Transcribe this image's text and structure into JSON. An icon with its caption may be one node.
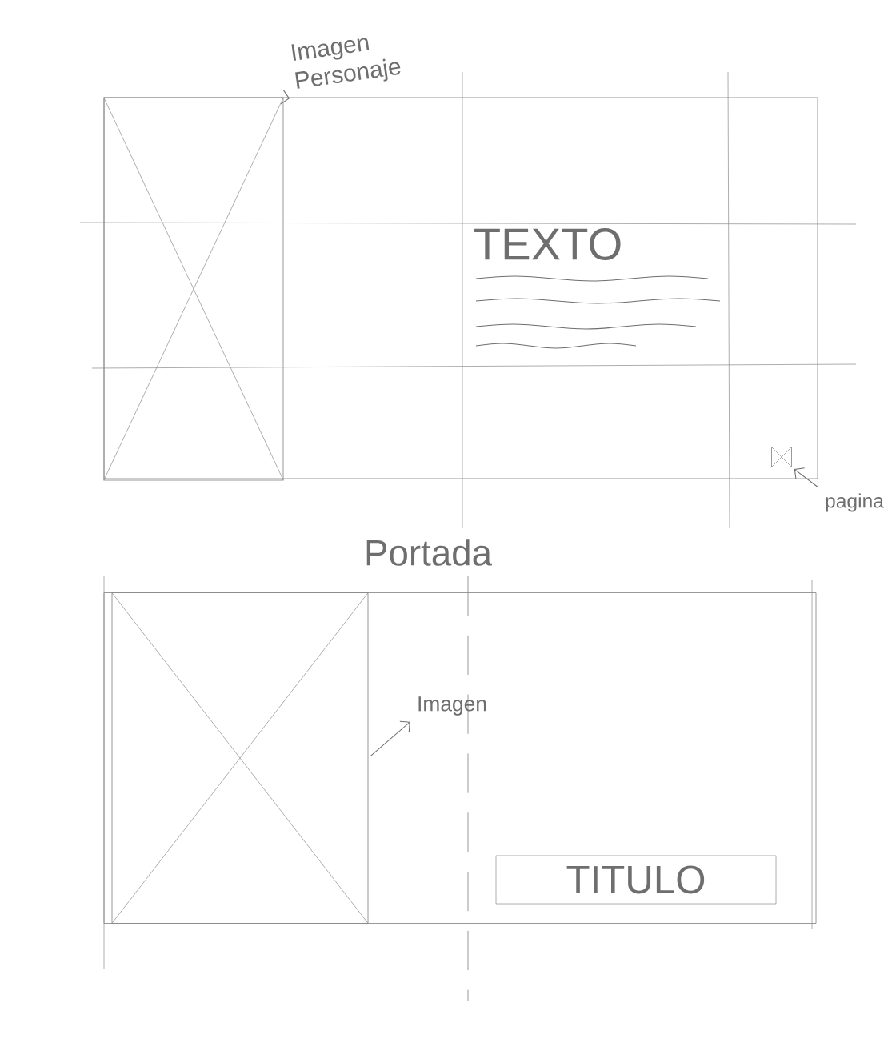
{
  "diagram": {
    "nodes": [
      {
        "text": [],
        "shape": "box"
      },
      {
        "text": [],
        "shape": "box",
        "in": 0
      },
      {
        "text": [
          "Imagen Personaje"
        ]
      },
      {
        "text": [
          "TEXTO"
        ],
        "in": 0
      },
      {
        "text": [],
        "shape": "box",
        "in": 0
      },
      {
        "text": [
          "pagina"
        ]
      },
      {
        "text": [],
        "shape": "box"
      },
      {
        "text": [],
        "shape": "box",
        "in": 6
      },
      {
        "text": [
          "Imagen"
        ],
        "in": 6
      },
      {
        "text": [
          "TITULO"
        ],
        "in": 6
      }
    ],
    "edges": [
      {
        "from": 1,
        "to": 2,
        "arrow": "to"
      },
      {
        "from": 5,
        "to": 4,
        "arrow": "to"
      },
      {
        "from": 7,
        "to": 8,
        "arrow": "to"
      }
    ],
    "labels": [
      "Portada"
    ]
  }
}
